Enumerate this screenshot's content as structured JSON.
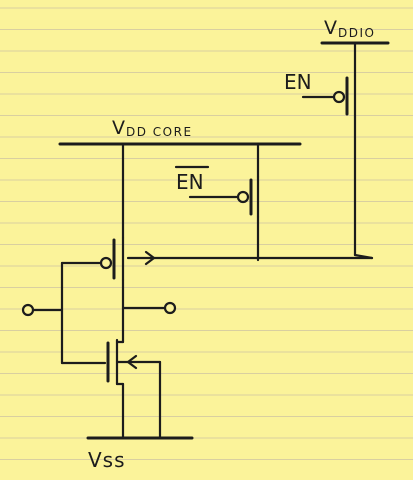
{
  "labels": {
    "vddio_main": "V",
    "vddio_sub": "DDIO",
    "en": "EN",
    "en_bar": "EN",
    "vdd_core_main": "V",
    "vdd_core_sub": "DD CORE",
    "vss": "Vss"
  },
  "colors": {
    "paper": "#fbf39a",
    "ruled_line": "#d9cfa0",
    "ink": "#1c1c1c"
  }
}
